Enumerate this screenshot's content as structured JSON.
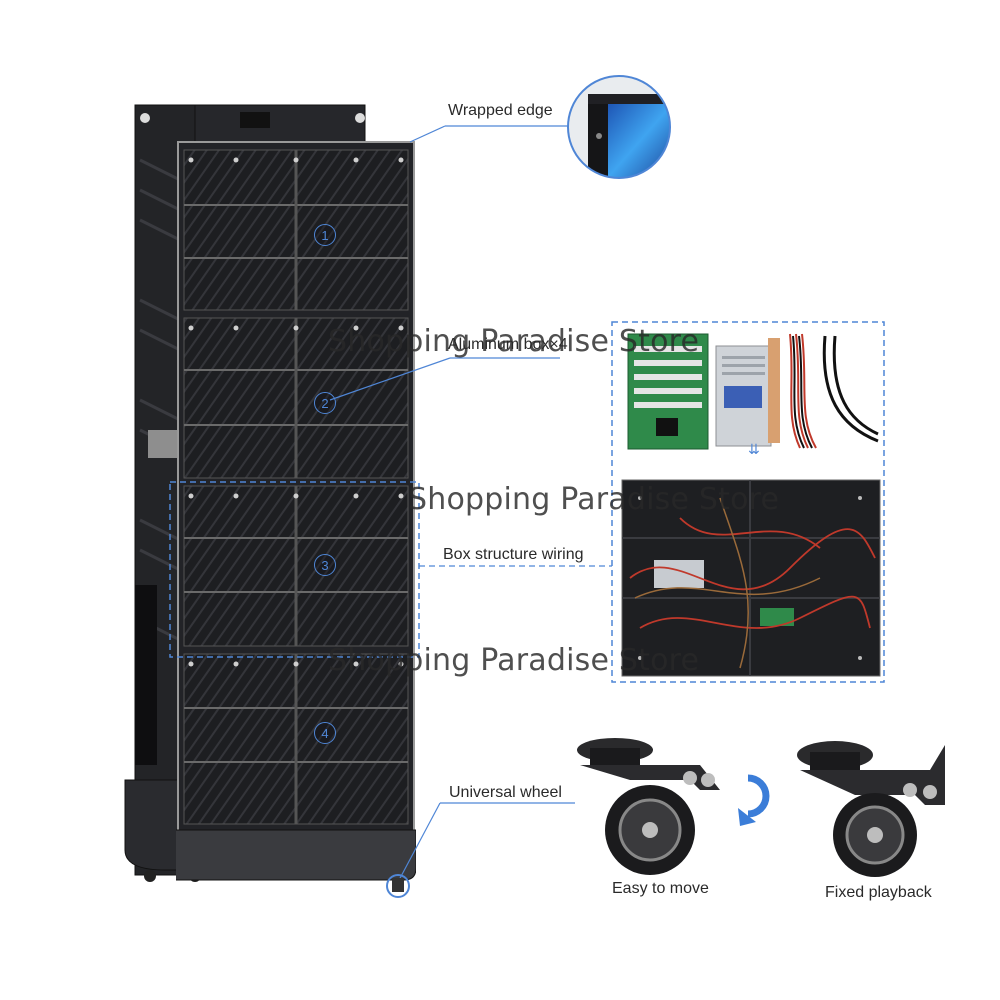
{
  "labels": {
    "wrapped_edge": "Wrapped edge",
    "aluminum_box": "Aluminum box×4",
    "box_structure_wiring": "Box structure wiring",
    "universal_wheel": "Universal wheel",
    "easy_to_move": "Easy to move",
    "fixed_playback": "Fixed playback"
  },
  "watermark": "Shopping Paradise Store",
  "modules": [
    "1",
    "2",
    "3",
    "4"
  ],
  "colors": {
    "accent": "#4f86d6",
    "cabinet": "#1e1f22",
    "callout_line": "#4f86d6"
  }
}
